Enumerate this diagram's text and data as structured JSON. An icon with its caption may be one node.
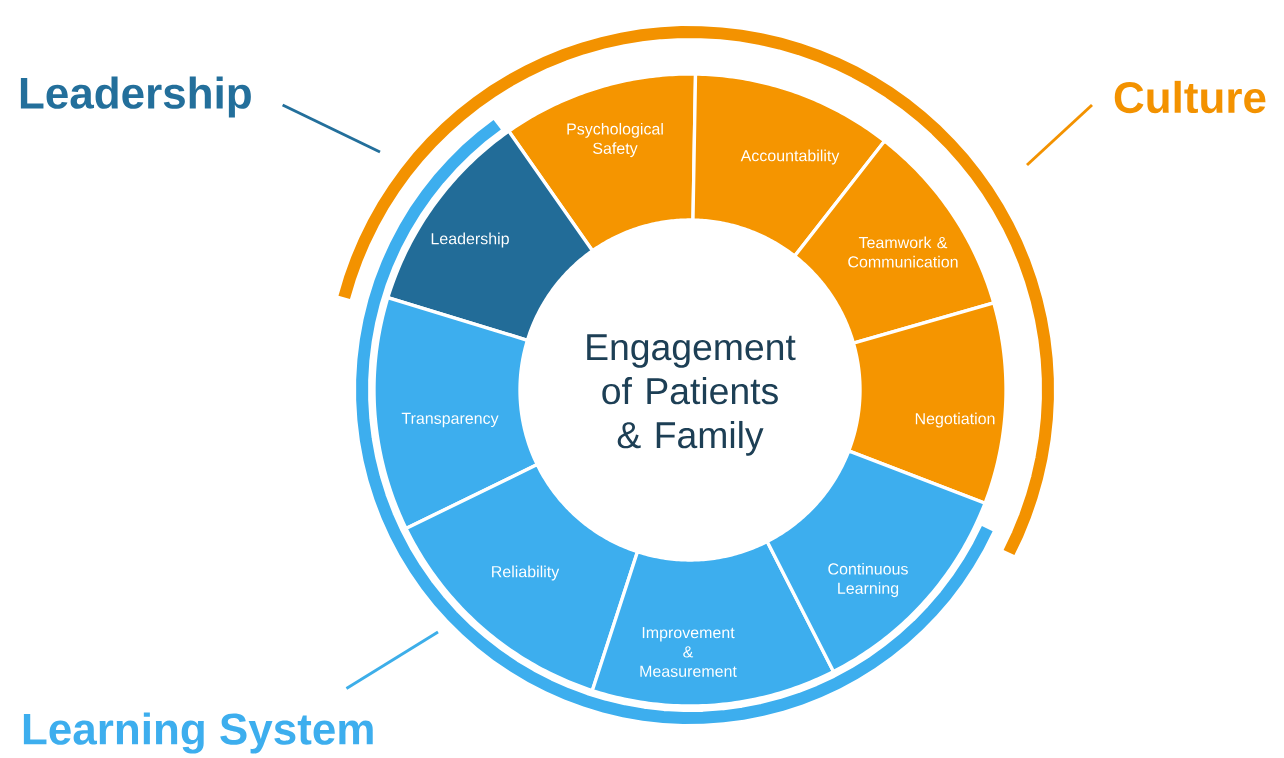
{
  "diagram": {
    "nodes": [
      {
        "text": [
          "Leadership"
        ]
      },
      {
        "text": [
          "Culture"
        ]
      },
      {
        "text": [
          "Learning System"
        ]
      },
      {
        "text": [
          "Engagement of Patients & Family"
        ]
      },
      {
        "text": [
          "Psychological Safety"
        ]
      },
      {
        "text": [
          "Accountability"
        ]
      },
      {
        "text": [
          "Teamwork & Communication"
        ]
      },
      {
        "text": [
          "Negotiation"
        ]
      },
      {
        "text": [
          "Leadership"
        ]
      },
      {
        "text": [
          "Transparency"
        ]
      },
      {
        "text": [
          "Reliability"
        ]
      },
      {
        "text": [
          "Improvement & Measurement"
        ]
      },
      {
        "text": [
          "Continuous Learning"
        ]
      }
    ],
    "edges": [
      {
        "from": 0,
        "to": null,
        "arrow": "none",
        "color": "#236f9b"
      },
      {
        "from": 1,
        "to": null,
        "arrow": "none",
        "color": "#f39200"
      },
      {
        "from": 2,
        "to": null,
        "arrow": "none",
        "color": "#3daee9"
      }
    ]
  }
}
